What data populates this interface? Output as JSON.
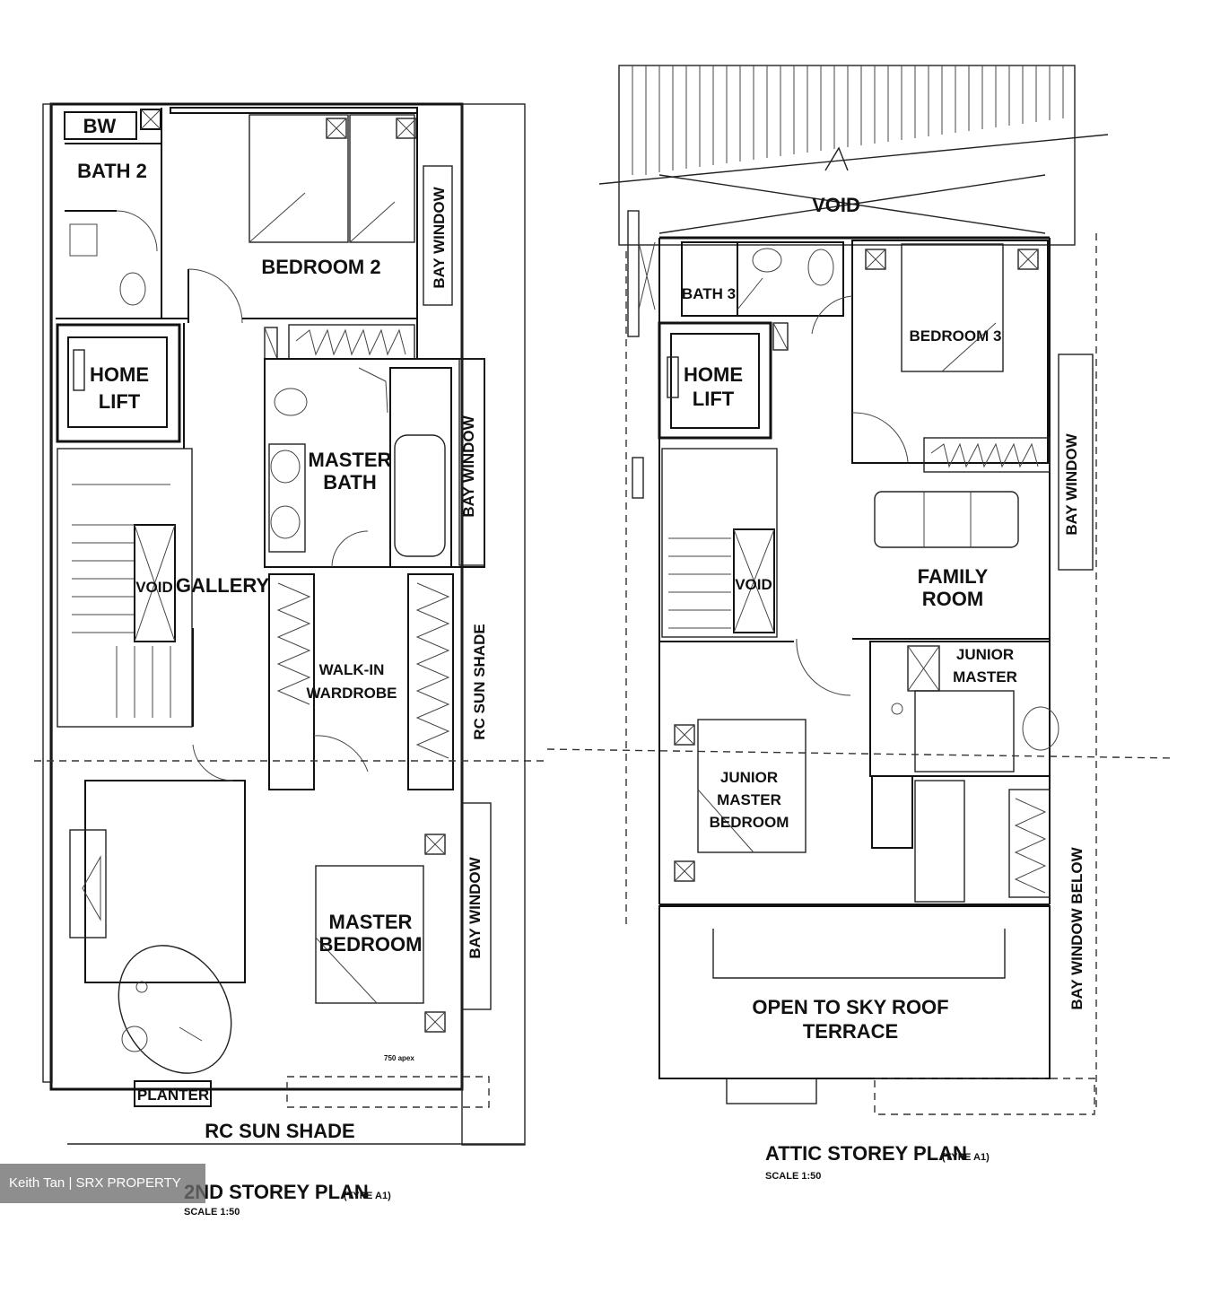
{
  "plan_left": {
    "title": "2ND STOREY PLAN",
    "type": "(TYPE A1)",
    "scale": "SCALE 1:50",
    "rooms": {
      "bw": "BW",
      "bath2": "BATH 2",
      "bedroom2": "BEDROOM 2",
      "bay_window_1": "BAY WINDOW",
      "home_lift_1": "HOME",
      "home_lift_2": "LIFT",
      "master_bath_1": "MASTER",
      "master_bath_2": "BATH",
      "bay_window_2": "BAY WINDOW",
      "void": "VOID",
      "gallery": "GALLERY",
      "walk_in_1": "WALK-IN",
      "walk_in_2": "WARDROBE",
      "rc_shade_vertical": "RC SUN SHADE",
      "master_bedroom_1": "MASTER",
      "master_bedroom_2": "BEDROOM",
      "bay_window_3": "BAY WINDOW",
      "planter": "PLANTER",
      "rc_sun_shade": "RC SUN SHADE",
      "note": "750 apex"
    }
  },
  "plan_right": {
    "title": "ATTIC STOREY PLAN",
    "type": "(TYPE A1)",
    "scale": "SCALE 1:50",
    "rooms": {
      "void_top": "VOID",
      "bath3": "BATH 3",
      "bedroom3": "BEDROOM 3",
      "home_lift_1": "HOME",
      "home_lift_2": "LIFT",
      "bay_window": "BAY WINDOW",
      "void": "VOID",
      "family_room_1": "FAMILY",
      "family_room_2": "ROOM",
      "junior_master_bath_1": "JUNIOR",
      "junior_master_bath_2": "MASTER",
      "junior_master_bedroom_1": "JUNIOR",
      "junior_master_bedroom_2": "MASTER",
      "junior_master_bedroom_3": "BEDROOM",
      "bay_window_below": "BAY WINDOW BELOW",
      "roof_terrace_1": "OPEN TO SKY ROOF",
      "roof_terrace_2": "TERRACE"
    }
  },
  "watermark": "Keith Tan | SRX PROPERTY"
}
